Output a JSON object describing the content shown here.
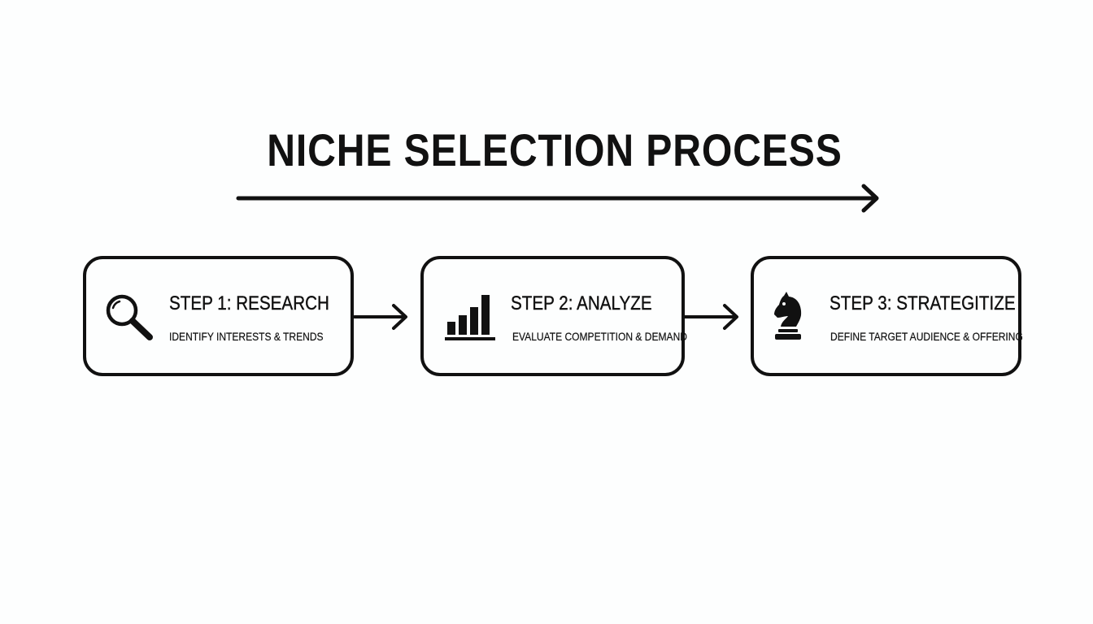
{
  "title": "NICHE SELECTION PROCESS",
  "steps": [
    {
      "title": "STEP 1: RESEARCH",
      "description": "IDENTIFY INTERESTS & TRENDS",
      "icon": "magnifying-glass-icon"
    },
    {
      "title": "STEP 2: ANALYZE",
      "description": "EVALUATE COMPETITION & DEMAND",
      "icon": "bar-chart-icon"
    },
    {
      "title": "STEP 3: STRATEGITIZE",
      "description": "DEFINE TARGET AUDIENCE & OFFERING",
      "icon": "chess-knight-icon"
    }
  ],
  "colors": {
    "ink": "#111111",
    "background": "#fdfefe"
  }
}
